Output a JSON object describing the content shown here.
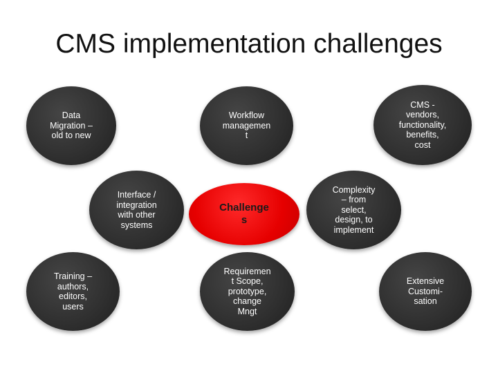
{
  "title": "CMS implementation challenges",
  "diagram": {
    "center": "Challenge\ns",
    "nodes": {
      "data_migration": "Data\nMigration –\nold to new",
      "workflow": "Workflow\nmanagemen\nt",
      "cms_vendors": "CMS -\nvendors,\nfunctionality,\nbenefits,\ncost",
      "interface": "Interface /\nintegration\nwith other\nsystems",
      "complexity": "Complexity\n– from\nselect,\ndesign, to\nimplement",
      "training": "Training –\nauthors,\neditors,\nusers",
      "requirement": "Requiremen\nt Scope,\nprototype,\nchange\nMngt",
      "customisation": "Extensive\nCustomi-\nsation"
    },
    "colors": {
      "node_fill": "#2f2f2f",
      "center_fill": "#e60000",
      "node_text": "#ffffff",
      "center_text": "#1a1a1a"
    }
  }
}
